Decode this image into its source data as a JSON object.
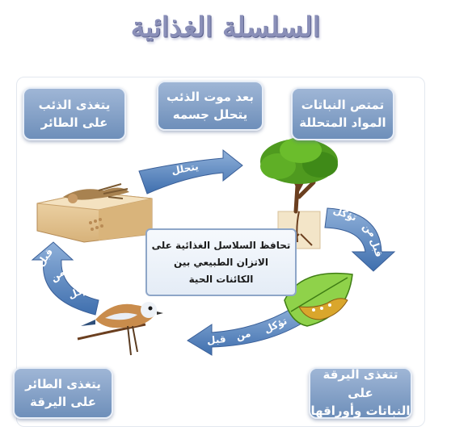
{
  "title": "السلسلة الغذائية",
  "boxes": {
    "top_left": {
      "line1": "يتغذى الذئب",
      "line2": "على الطائر"
    },
    "top_middle": {
      "line1": "بعد موت الذئب",
      "line2": "يتحلل جسمه"
    },
    "top_right": {
      "line1": "تمتص النباتات",
      "line2": "المواد المتحللة"
    },
    "bottom_left": {
      "line1": "يتغذى الطائر",
      "line2": "على اليرقة"
    },
    "bottom_right": {
      "line1": "تتغذى اليرقة على",
      "line2": "النباتات وأوراقها"
    }
  },
  "center_box": {
    "line1": "تحافظ السلاسل الغذائية على",
    "line2": "الاتزان الطبيعي بين",
    "line3": "الكائنات الحية"
  },
  "arrows": {
    "top": "يتحلل",
    "right": {
      "word1": "تؤكل",
      "word2": "من",
      "word3": "قبل"
    },
    "bottom": {
      "word1": "تؤكل",
      "word2": "من",
      "word3": "قبل"
    },
    "left": {
      "word1": "قبل",
      "word2": "من",
      "word3": "تؤكل"
    }
  }
}
